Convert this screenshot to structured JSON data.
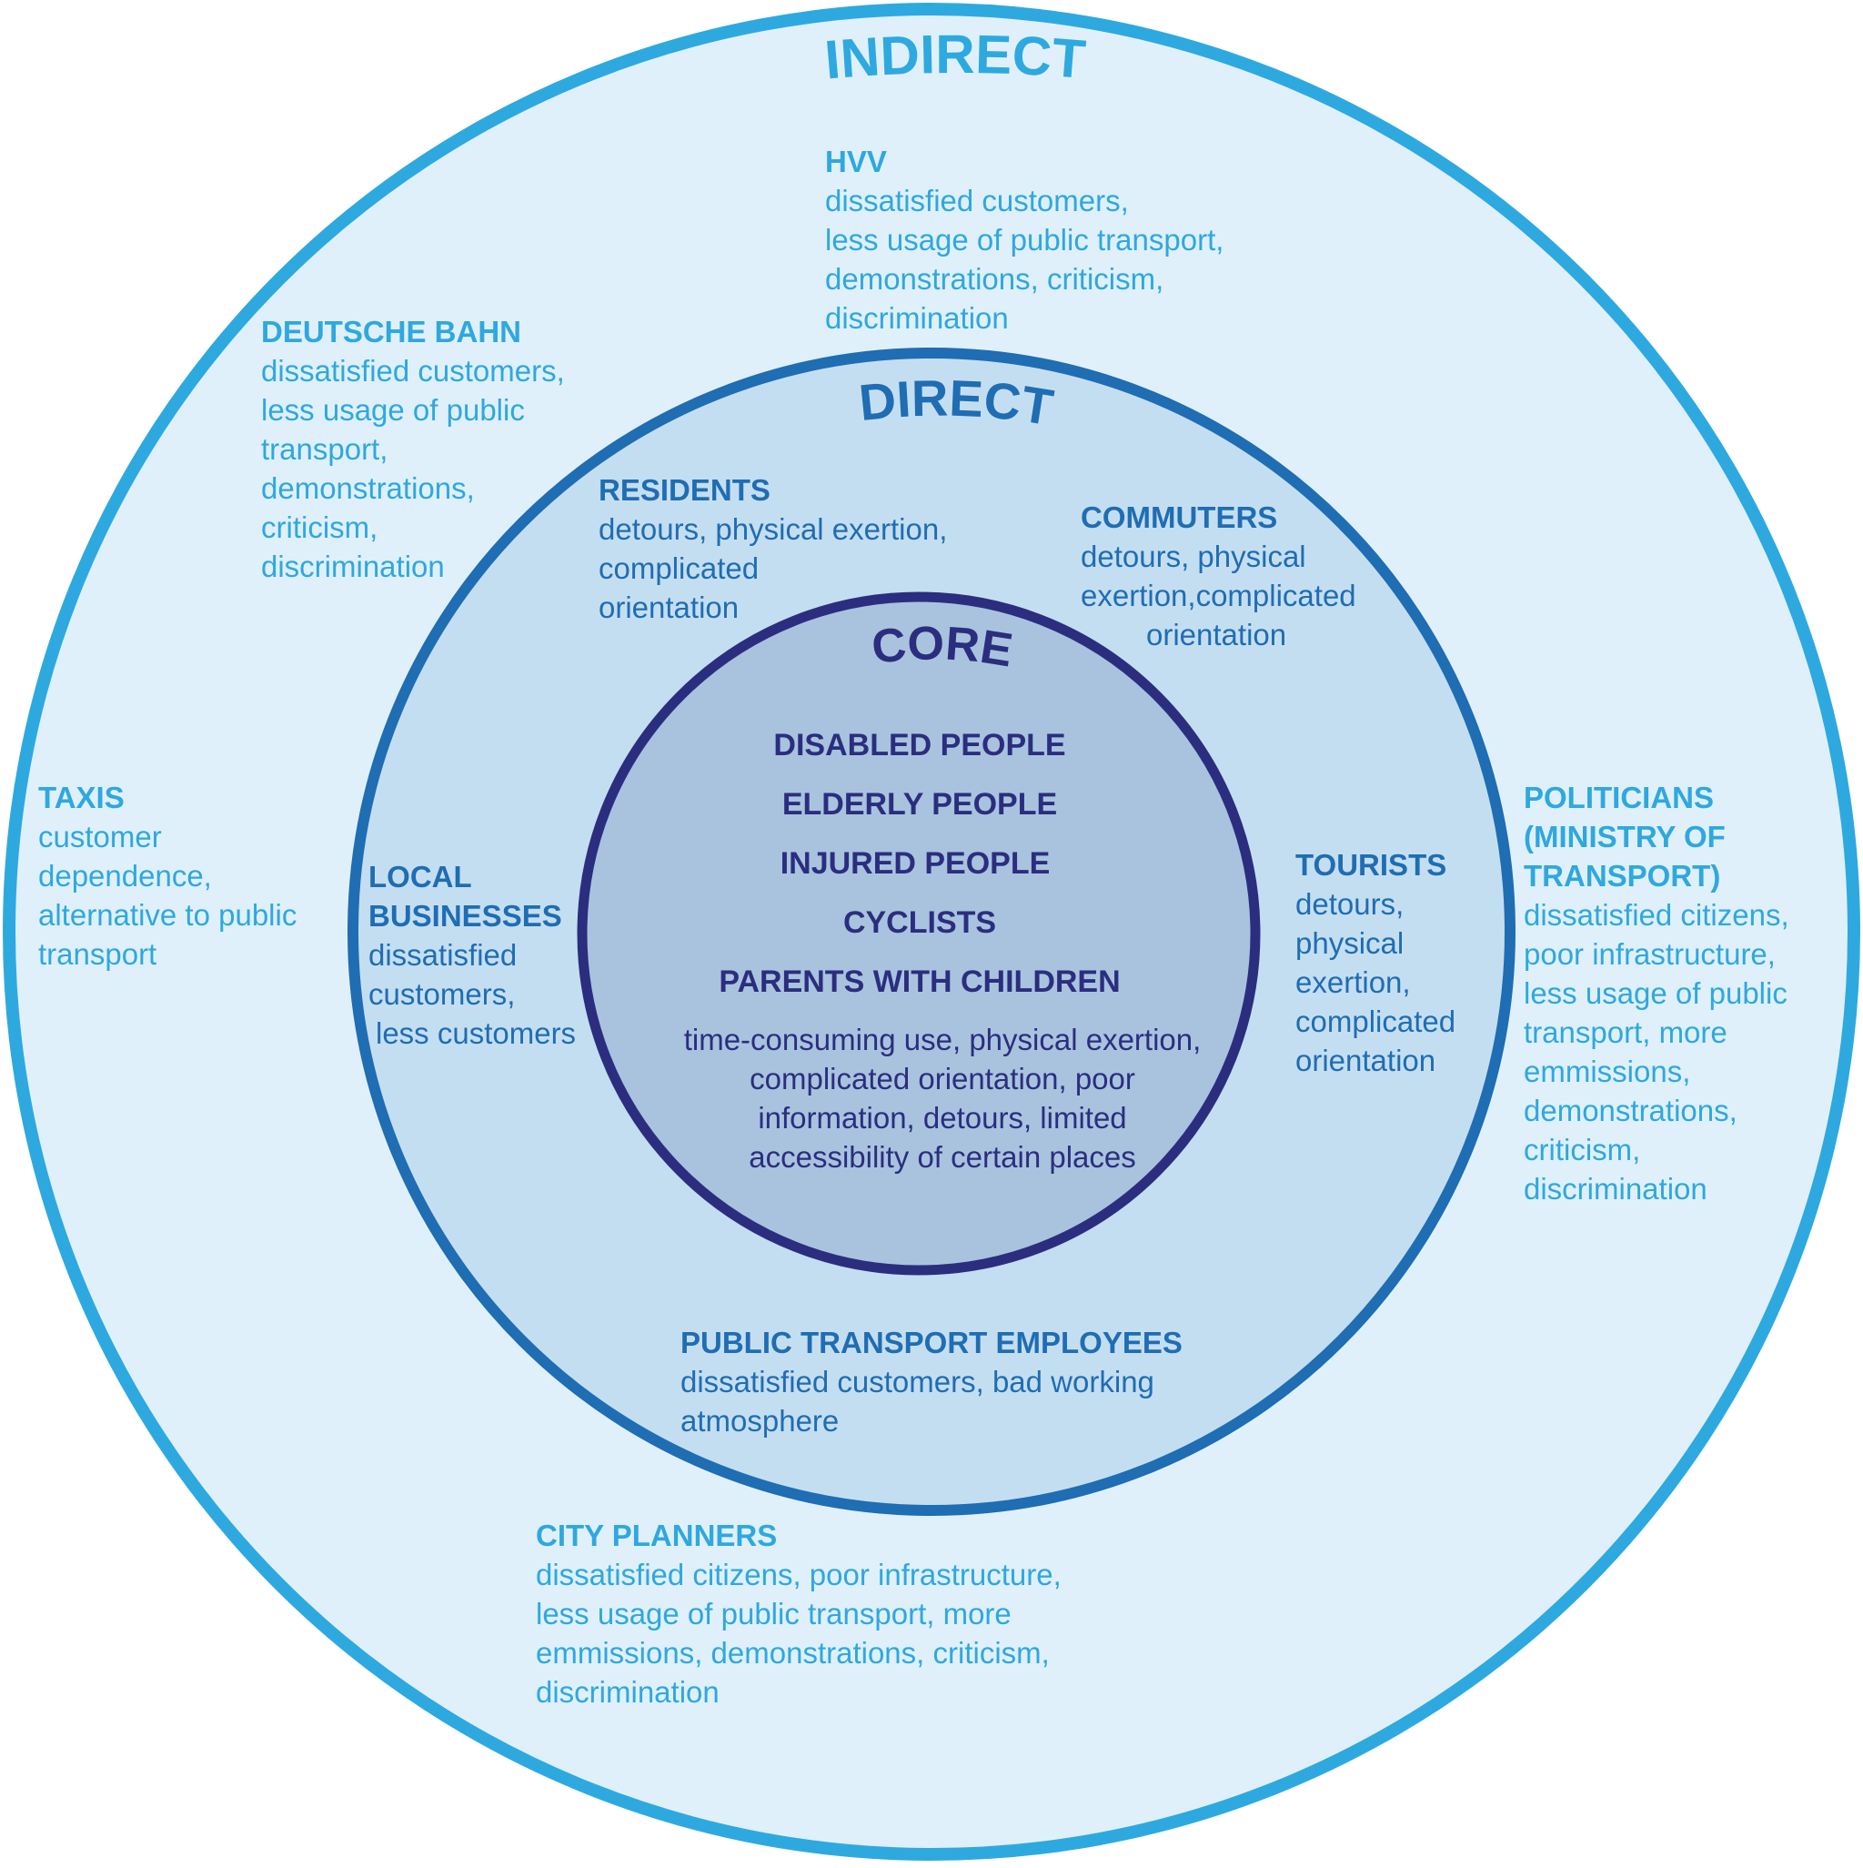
{
  "rings": {
    "indirect": {
      "title": "INDIRECT",
      "fill": "#dff0fa",
      "stroke": "#2ea9e0"
    },
    "direct": {
      "title": "DIRECT",
      "fill": "#c4def1",
      "stroke": "#1f6db3"
    },
    "core": {
      "title": "CORE",
      "fill": "#a9c3df",
      "stroke": "#2b2e7e"
    }
  },
  "indirect_groups": {
    "hvv": {
      "name": "HVV",
      "lines": [
        "dissatisfied customers,",
        "less usage of public transport,",
        "demonstrations, criticism,",
        "discrimination"
      ]
    },
    "deutsche_bahn": {
      "name": "DEUTSCHE BAHN",
      "lines": [
        "dissatisfied customers,",
        "less usage of public",
        "transport,",
        "demonstrations,",
        "criticism,",
        "discrimination"
      ]
    },
    "taxis": {
      "name": "TAXIS",
      "lines": [
        "customer",
        "dependence,",
        "alternative to public",
        "transport"
      ]
    },
    "politicians": {
      "name_lines": [
        "POLITICIANS",
        "(MINISTRY OF",
        "TRANSPORT)"
      ],
      "lines": [
        "dissatisfied citizens,",
        "poor infrastructure,",
        "less usage of public",
        "transport, more",
        "emmissions,",
        "demonstrations,",
        "criticism,",
        "discrimination"
      ]
    },
    "city_planners": {
      "name": "CITY PLANNERS",
      "lines": [
        "dissatisfied citizens, poor infrastructure,",
        "less usage of public transport, more",
        "emmissions, demonstrations, criticism,",
        "discrimination"
      ]
    }
  },
  "direct_groups": {
    "residents": {
      "name": "RESIDENTS",
      "lines": [
        "detours, physical exertion,",
        "complicated",
        "orientation"
      ]
    },
    "commuters": {
      "name": "COMMUTERS",
      "lines": [
        "detours, physical",
        "exertion,complicated",
        "orientation"
      ]
    },
    "local_businesses": {
      "name_lines": [
        "LOCAL",
        "BUSINESSES"
      ],
      "lines": [
        "dissatisfied",
        "customers,",
        "less customers"
      ]
    },
    "tourists": {
      "name": "TOURISTS",
      "lines": [
        "detours,",
        "physical",
        "exertion,",
        "complicated",
        "orientation"
      ]
    },
    "employees": {
      "name": "PUBLIC TRANSPORT EMPLOYEES",
      "lines": [
        "dissatisfied customers, bad working",
        "atmosphere"
      ]
    }
  },
  "core_group": {
    "members": [
      "DISABLED PEOPLE",
      "ELDERLY PEOPLE",
      "INJURED PEOPLE",
      "CYCLISTS",
      "PARENTS WITH CHILDREN"
    ],
    "lines": [
      "time-consuming use, physical exertion,",
      "complicated orientation, poor",
      "information, detours, limited",
      "accessibility of certain places"
    ]
  }
}
